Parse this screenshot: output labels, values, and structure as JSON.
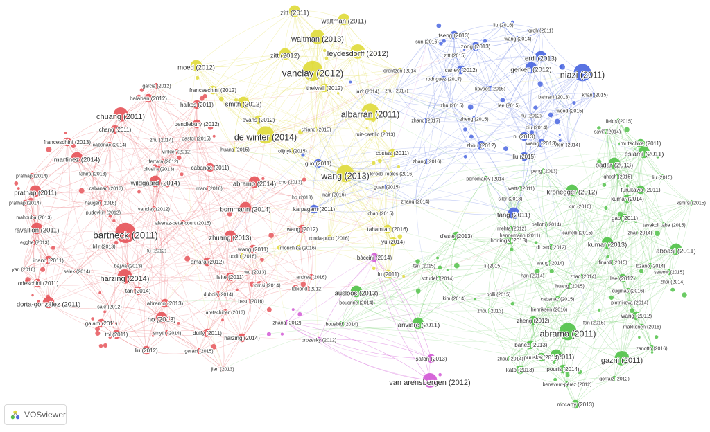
{
  "brand": {
    "name": "VOSviewer"
  },
  "colors": {
    "red": "#e6555a",
    "yellow": "#e0db3c",
    "blue": "#4b67e0",
    "green": "#52c24a",
    "purple": "#d25ad6"
  },
  "nodes": [
    {
      "label": "zitt (2011)",
      "cluster": "yellow",
      "weight": 3
    },
    {
      "label": "waltman (2011)",
      "cluster": "yellow",
      "weight": 3
    },
    {
      "label": "waltman (2013)",
      "cluster": "yellow",
      "weight": 4
    },
    {
      "label": "leydesdorff (2012)",
      "cluster": "yellow",
      "weight": 4
    },
    {
      "label": "zitt (2012)",
      "cluster": "yellow",
      "weight": 3
    },
    {
      "label": "vanclay (2012)",
      "cluster": "yellow",
      "weight": 6
    },
    {
      "label": "moed (2012)",
      "cluster": "yellow",
      "weight": 3
    },
    {
      "label": "lorentzen (2014)",
      "cluster": "yellow",
      "weight": 1
    },
    {
      "label": "thelwall (2012)",
      "cluster": "yellow",
      "weight": 2
    },
    {
      "label": "franceschini (2012)",
      "cluster": "yellow",
      "weight": 2
    },
    {
      "label": "smith (2012)",
      "cluster": "yellow",
      "weight": 3
    },
    {
      "label": "albarrán (2011)",
      "cluster": "yellow",
      "weight": 5
    },
    {
      "label": "evans (2012)",
      "cluster": "yellow",
      "weight": 2
    },
    {
      "label": "de winter (2014)",
      "cluster": "yellow",
      "weight": 5
    },
    {
      "label": "ruiz-castillo (2013)",
      "cluster": "yellow",
      "weight": 1
    },
    {
      "label": "chiang (2015)",
      "cluster": "yellow",
      "weight": 1
    },
    {
      "label": "costas (2011)",
      "cluster": "yellow",
      "weight": 2
    },
    {
      "label": "wang (2013)",
      "cluster": "yellow",
      "weight": 5
    },
    {
      "label": "huang (2015)",
      "cluster": "yellow",
      "weight": 1
    },
    {
      "label": "olijnyk (2015)",
      "cluster": "yellow",
      "weight": 1
    },
    {
      "label": "leroda-robles (2016)",
      "cluster": "yellow",
      "weight": 1
    },
    {
      "label": "nair (2016)",
      "cluster": "yellow",
      "weight": 1
    },
    {
      "label": "chan (2015)",
      "cluster": "yellow",
      "weight": 1
    },
    {
      "label": "tahamtan (2016)",
      "cluster": "yellow",
      "weight": 2
    },
    {
      "label": "ronda-pupo (2016)",
      "cluster": "yellow",
      "weight": 1
    },
    {
      "label": "yu (2014)",
      "cluster": "yellow",
      "weight": 2
    },
    {
      "label": "morichika (2016)",
      "cluster": "yellow",
      "weight": 1
    },
    {
      "label": "fu (2011)",
      "cluster": "yellow",
      "weight": 2
    },
    {
      "label": "uddin (2016)",
      "cluster": "yellow",
      "weight": 1
    },
    {
      "label": "chuang (2011)",
      "cluster": "red",
      "weight": 4
    },
    {
      "label": "balaban (2012)",
      "cluster": "red",
      "weight": 2
    },
    {
      "label": "garcia (2012)",
      "cluster": "red",
      "weight": 1
    },
    {
      "label": "halkos (2011)",
      "cluster": "red",
      "weight": 2
    },
    {
      "label": "chang (2011)",
      "cluster": "red",
      "weight": 2
    },
    {
      "label": "pendlebury (2012)",
      "cluster": "red",
      "weight": 2
    },
    {
      "label": "franceschini (2013)",
      "cluster": "red",
      "weight": 2
    },
    {
      "label": "cabanac (2014)",
      "cluster": "red",
      "weight": 1
    },
    {
      "label": "zhu (2014)",
      "cluster": "red",
      "weight": 1
    },
    {
      "label": "pastor (2015)",
      "cluster": "red",
      "weight": 1
    },
    {
      "label": "vinkler (2012)",
      "cluster": "red",
      "weight": 1
    },
    {
      "label": "ferrara (2012)",
      "cluster": "red",
      "weight": 1
    },
    {
      "label": "martinez (2014)",
      "cluster": "red",
      "weight": 3
    },
    {
      "label": "tahira (2013)",
      "cluster": "red",
      "weight": 1
    },
    {
      "label": "oliveira (2013)",
      "cluster": "red",
      "weight": 1
    },
    {
      "label": "cabanac (2011)",
      "cluster": "red",
      "weight": 2
    },
    {
      "label": "prathap (2014)",
      "cluster": "red",
      "weight": 1
    },
    {
      "label": "prathap (2011)",
      "cluster": "red",
      "weight": 3
    },
    {
      "label": "cabanac (2013)",
      "cluster": "red",
      "weight": 1
    },
    {
      "label": "wildgaard (2014)",
      "cluster": "red",
      "weight": 3
    },
    {
      "label": "marx (2016)",
      "cluster": "red",
      "weight": 1
    },
    {
      "label": "abramo (2014)",
      "cluster": "red",
      "weight": 3
    },
    {
      "label": "haugen (2016)",
      "cluster": "red",
      "weight": 1
    },
    {
      "label": "prathap (2014)",
      "cluster": "red",
      "weight": 1
    },
    {
      "label": "pudovkin (2012)",
      "cluster": "red",
      "weight": 1
    },
    {
      "label": "mahbuba (2013)",
      "cluster": "red",
      "weight": 1
    },
    {
      "label": "vanclay (2012)",
      "cluster": "red",
      "weight": 1
    },
    {
      "label": "bornmann (2014)",
      "cluster": "red",
      "weight": 3
    },
    {
      "label": "ravallion (2011)",
      "cluster": "red",
      "weight": 3
    },
    {
      "label": "bartneck (2011)",
      "cluster": "red",
      "weight": 6
    },
    {
      "label": "alvarez-betancourt (2015)",
      "cluster": "red",
      "weight": 1
    },
    {
      "label": "egghe (2013)",
      "cluster": "red",
      "weight": 1
    },
    {
      "label": "bilir (2013)",
      "cluster": "red",
      "weight": 1
    },
    {
      "label": "zhuang (2013)",
      "cluster": "red",
      "weight": 3
    },
    {
      "label": "fu (2012)",
      "cluster": "red",
      "weight": 1
    },
    {
      "label": "wang (2011)",
      "cluster": "red",
      "weight": 2
    },
    {
      "label": "inanc (2011)",
      "cluster": "red",
      "weight": 2
    },
    {
      "label": "amara (2012)",
      "cluster": "red",
      "weight": 2
    },
    {
      "label": "yan (2016)",
      "cluster": "red",
      "weight": 1
    },
    {
      "label": "bajwa (2013)",
      "cluster": "red",
      "weight": 1
    },
    {
      "label": "selek (2014)",
      "cluster": "red",
      "weight": 1
    },
    {
      "label": "harzing (2014)",
      "cluster": "red",
      "weight": 4
    },
    {
      "label": "leite (2011)",
      "cluster": "red",
      "weight": 2
    },
    {
      "label": "todeschini (2011)",
      "cluster": "red",
      "weight": 2
    },
    {
      "label": "tan (2014)",
      "cluster": "red",
      "weight": 2
    },
    {
      "label": "dorta-gonzález (2011)",
      "cluster": "red",
      "weight": 3
    },
    {
      "label": "abramo (2013)",
      "cluster": "red",
      "weight": 2
    },
    {
      "label": "dubois (2014)",
      "cluster": "red",
      "weight": 1
    },
    {
      "label": "sakr (2012)",
      "cluster": "red",
      "weight": 1
    },
    {
      "label": "aretschiner (2013)",
      "cluster": "red",
      "weight": 1
    },
    {
      "label": "ho (2013)",
      "cluster": "red",
      "weight": 3
    },
    {
      "label": "galam (2011)",
      "cluster": "red",
      "weight": 2
    },
    {
      "label": "tol (2011)",
      "cluster": "red",
      "weight": 2
    },
    {
      "label": "smyth (2014)",
      "cluster": "red",
      "weight": 1
    },
    {
      "label": "duffy (2011)",
      "cluster": "red",
      "weight": 2
    },
    {
      "label": "harzing (2014)",
      "cluster": "red",
      "weight": 2
    },
    {
      "label": "liu (2012)",
      "cluster": "red",
      "weight": 2
    },
    {
      "label": "geraci (2015)",
      "cluster": "red",
      "weight": 1
    },
    {
      "label": "jian (2013)",
      "cluster": "red",
      "weight": 1
    },
    {
      "label": "wu (2013)",
      "cluster": "red",
      "weight": 1
    },
    {
      "label": "torrisi (2014)",
      "cluster": "red",
      "weight": 1
    },
    {
      "label": "lebiond (2012)",
      "cluster": "red",
      "weight": 1
    },
    {
      "label": "basu (2016)",
      "cluster": "red",
      "weight": 1
    },
    {
      "label": "andres (2016)",
      "cluster": "red",
      "weight": 1
    },
    {
      "label": "wang (2012)",
      "cluster": "red",
      "weight": 2
    },
    {
      "label": "ho (2013)",
      "cluster": "red",
      "weight": 1
    },
    {
      "label": "cho (2013)",
      "cluster": "red",
      "weight": 1
    },
    {
      "label": "tseng (2013)",
      "cluster": "blue",
      "weight": 2
    },
    {
      "label": "liu (2016)",
      "cluster": "blue",
      "weight": 1
    },
    {
      "label": "groh (2011)",
      "cluster": "blue",
      "weight": 1
    },
    {
      "label": "sun (2016)",
      "cluster": "blue",
      "weight": 1
    },
    {
      "label": "zong (2013)",
      "cluster": "blue",
      "weight": 2
    },
    {
      "label": "wang (2014)",
      "cluster": "blue",
      "weight": 1
    },
    {
      "label": "zitt (2015)",
      "cluster": "blue",
      "weight": 1
    },
    {
      "label": "erdi (2013)",
      "cluster": "blue",
      "weight": 3
    },
    {
      "label": "carley (2012)",
      "cluster": "blue",
      "weight": 2
    },
    {
      "label": "gerken (2012)",
      "cluster": "blue",
      "weight": 3
    },
    {
      "label": "niazi (2011)",
      "cluster": "blue",
      "weight": 5
    },
    {
      "label": "rodriguez (2017)",
      "cluster": "blue",
      "weight": 1
    },
    {
      "label": "kovacs (2015)",
      "cluster": "blue",
      "weight": 1
    },
    {
      "label": "bahrani (2013)",
      "cluster": "blue",
      "weight": 1
    },
    {
      "label": "khan (2015)",
      "cluster": "blue",
      "weight": 1
    },
    {
      "label": "jar? (2014)",
      "cluster": "blue",
      "weight": 1
    },
    {
      "label": "zhu (2017)",
      "cluster": "blue",
      "weight": 1
    },
    {
      "label": "zhu (2015)",
      "cluster": "blue",
      "weight": 1
    },
    {
      "label": "lee (2015)",
      "cluster": "blue",
      "weight": 1
    },
    {
      "label": "hu (2012)",
      "cluster": "blue",
      "weight": 1
    },
    {
      "label": "wood (2015)",
      "cluster": "blue",
      "weight": 1
    },
    {
      "label": "zheng (2015)",
      "cluster": "blue",
      "weight": 1
    },
    {
      "label": "zhang (2017)",
      "cluster": "blue",
      "weight": 1
    },
    {
      "label": "qiu (2014)",
      "cluster": "blue",
      "weight": 1
    },
    {
      "label": "ni (2013)",
      "cluster": "blue",
      "weight": 2
    },
    {
      "label": "zhou (2012)",
      "cluster": "blue",
      "weight": 2
    },
    {
      "label": "wang (2013)",
      "cluster": "blue",
      "weight": 2
    },
    {
      "label": "kim (2014)",
      "cluster": "blue",
      "weight": 1
    },
    {
      "label": "liu (2015)",
      "cluster": "blue",
      "weight": 2
    },
    {
      "label": "guo (2011)",
      "cluster": "blue",
      "weight": 2
    },
    {
      "label": "zhang (2016)",
      "cluster": "blue",
      "weight": 1
    },
    {
      "label": "guan (2015)",
      "cluster": "blue",
      "weight": 1
    },
    {
      "label": "karpagam (2011)",
      "cluster": "blue",
      "weight": 2
    },
    {
      "label": "zhang (2014)",
      "cluster": "blue",
      "weight": 1
    },
    {
      "label": "tang (2011)",
      "cluster": "blue",
      "weight": 3
    },
    {
      "label": "fields (2015)",
      "cluster": "green",
      "weight": 1
    },
    {
      "label": "savi? (2014)",
      "cluster": "green",
      "weight": 1
    },
    {
      "label": "mutschke (2011)",
      "cluster": "green",
      "weight": 2
    },
    {
      "label": "eslami (2011)",
      "cluster": "green",
      "weight": 3
    },
    {
      "label": "badar (2013)",
      "cluster": "green",
      "weight": 3
    },
    {
      "label": "peng (2013)",
      "cluster": "green",
      "weight": 1
    },
    {
      "label": "ponomarev (2014)",
      "cluster": "green",
      "weight": 1
    },
    {
      "label": "ghosh (2015)",
      "cluster": "green",
      "weight": 1
    },
    {
      "label": "liu (2015)",
      "cluster": "green",
      "weight": 1
    },
    {
      "label": "watts (2011)",
      "cluster": "green",
      "weight": 1
    },
    {
      "label": "kronegger (2012)",
      "cluster": "green",
      "weight": 3
    },
    {
      "label": "furukawa (2011)",
      "cluster": "green",
      "weight": 2
    },
    {
      "label": "siler (2013)",
      "cluster": "green",
      "weight": 1
    },
    {
      "label": "kumar (2014)",
      "cluster": "green",
      "weight": 2
    },
    {
      "label": "kim (2016)",
      "cluster": "green",
      "weight": 1
    },
    {
      "label": "kshirsi (2015)",
      "cluster": "green",
      "weight": 1
    },
    {
      "label": "gao (2011)",
      "cluster": "green",
      "weight": 2
    },
    {
      "label": "bellotti (2014)",
      "cluster": "green",
      "weight": 1
    },
    {
      "label": "tavakoli taba (2015)",
      "cluster": "green",
      "weight": 1
    },
    {
      "label": "mehta (2012)",
      "cluster": "green",
      "weight": 1
    },
    {
      "label": "cainelli (2015)",
      "cluster": "green",
      "weight": 1
    },
    {
      "label": "zhai (2014)",
      "cluster": "green",
      "weight": 1
    },
    {
      "label": "d'este (2013)",
      "cluster": "green",
      "weight": 2
    },
    {
      "label": "hennemann (2011)",
      "cluster": "green",
      "weight": 1
    },
    {
      "label": "horlings (2013)",
      "cluster": "green",
      "weight": 2
    },
    {
      "label": "di caro (2012)",
      "cluster": "green",
      "weight": 1
    },
    {
      "label": "kumar (2013)",
      "cluster": "green",
      "weight": 3
    },
    {
      "label": "abbasi (2011)",
      "cluster": "green",
      "weight": 3
    },
    {
      "label": "finardi (2015)",
      "cluster": "green",
      "weight": 1
    },
    {
      "label": "wang (2014)",
      "cluster": "green",
      "weight": 1
    },
    {
      "label": "li (2015)",
      "cluster": "green",
      "weight": 1
    },
    {
      "label": "lozano (2014)",
      "cluster": "green",
      "weight": 1
    },
    {
      "label": "han (2014)",
      "cluster": "green",
      "weight": 1
    },
    {
      "label": "zhao (2014)",
      "cluster": "green",
      "weight": 1
    },
    {
      "label": "lee (2012)",
      "cluster": "green",
      "weight": 2
    },
    {
      "label": "sewow (2015)",
      "cluster": "green",
      "weight": 1
    },
    {
      "label": "zhai (2014)",
      "cluster": "green",
      "weight": 1
    },
    {
      "label": "huang (2015)",
      "cluster": "green",
      "weight": 1
    },
    {
      "label": "cugmas (2016)",
      "cluster": "green",
      "weight": 1
    },
    {
      "label": "bolli (2015)",
      "cluster": "green",
      "weight": 1
    },
    {
      "label": "kim (2014)",
      "cluster": "green",
      "weight": 1
    },
    {
      "label": "cabanac (2015)",
      "cluster": "green",
      "weight": 1
    },
    {
      "label": "plotnikova (2014)",
      "cluster": "green",
      "weight": 1
    },
    {
      "label": "henriksen (2016)",
      "cluster": "green",
      "weight": 1
    },
    {
      "label": "zhou (2013)",
      "cluster": "green",
      "weight": 1
    },
    {
      "label": "wang (2012)",
      "cluster": "green",
      "weight": 2
    },
    {
      "label": "zheng (2012)",
      "cluster": "green",
      "weight": 2
    },
    {
      "label": "fan (2015)",
      "cluster": "green",
      "weight": 1
    },
    {
      "label": "makkonen (2016)",
      "cluster": "green",
      "weight": 1
    },
    {
      "label": "abramo (2011)",
      "cluster": "green",
      "weight": 5
    },
    {
      "label": "ibáñez (2013)",
      "cluster": "green",
      "weight": 2
    },
    {
      "label": "jeong (2011)",
      "cluster": "green",
      "weight": 3
    },
    {
      "label": "zanotto (2016)",
      "cluster": "green",
      "weight": 1
    },
    {
      "label": "puuska (2014)",
      "cluster": "green",
      "weight": 2
    },
    {
      "label": "zhou (2014)",
      "cluster": "green",
      "weight": 1
    },
    {
      "label": "kato (2013)",
      "cluster": "green",
      "weight": 2
    },
    {
      "label": "pouris (2014)",
      "cluster": "green",
      "weight": 2
    },
    {
      "label": "gazni (2011)",
      "cluster": "green",
      "weight": 4
    },
    {
      "label": "gorraiz (2012)",
      "cluster": "green",
      "weight": 1
    },
    {
      "label": "benavent-pérez (2012)",
      "cluster": "green",
      "weight": 1
    },
    {
      "label": "mccarty (2013)",
      "cluster": "green",
      "weight": 2
    },
    {
      "label": "bougrine (2014)",
      "cluster": "green",
      "weight": 1
    },
    {
      "label": "ausloos (2013)",
      "cluster": "green",
      "weight": 3
    },
    {
      "label": "bouabid (2014)",
      "cluster": "green",
      "weight": 1
    },
    {
      "label": "tan (2015)",
      "cluster": "green",
      "weight": 1
    },
    {
      "label": "sotudeh (2014)",
      "cluster": "green",
      "weight": 1
    },
    {
      "label": "larivière (2011)",
      "cluster": "green",
      "weight": 3
    },
    {
      "label": "safón (2013)",
      "cluster": "purple",
      "weight": 2
    },
    {
      "label": "bàccini (2014)",
      "cluster": "purple",
      "weight": 2
    },
    {
      "label": "zhang (2012)",
      "cluster": "purple",
      "weight": 1
    },
    {
      "label": "prozesky (2012)",
      "cluster": "purple",
      "weight": 1
    },
    {
      "label": "van arensbergen (2012)",
      "cluster": "purple",
      "weight": 4
    }
  ]
}
